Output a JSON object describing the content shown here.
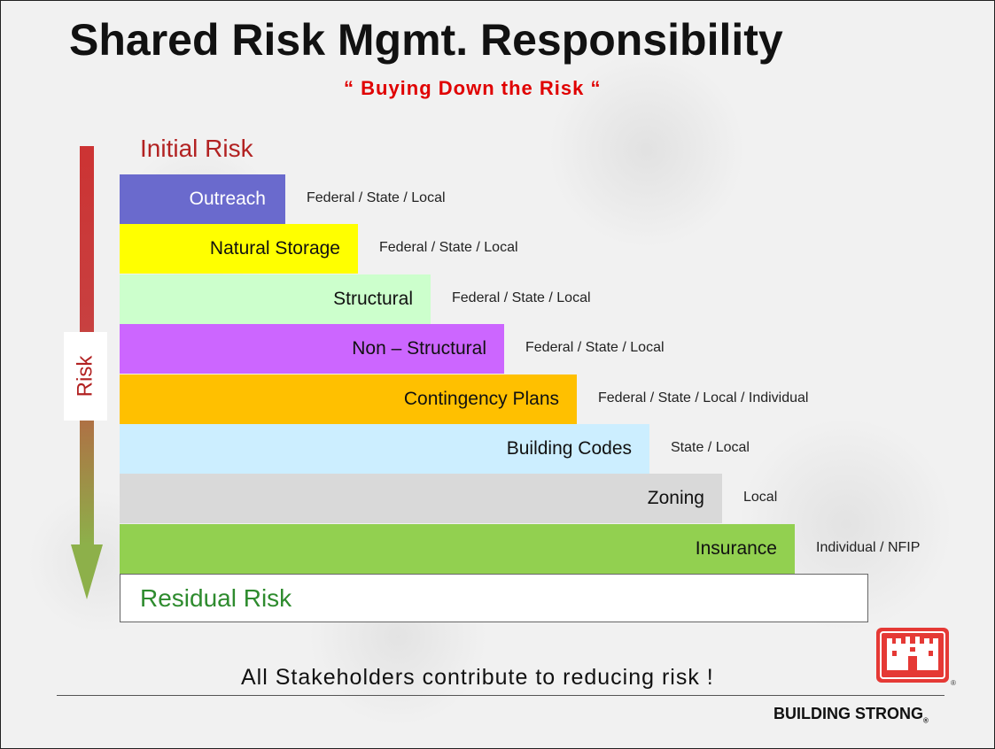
{
  "title": "Shared  Risk  Mgmt. Responsibility",
  "subtitle": "“ Buying  Down the  Risk “",
  "initial_risk": "Initial Risk",
  "risk_label": "Risk",
  "layers": [
    {
      "label": "Outreach",
      "responsibility": "Federal / State / Local",
      "color": "#6a6acd"
    },
    {
      "label": "Natural  Storage",
      "responsibility": "Federal / State / Local",
      "color": "#ffff00"
    },
    {
      "label": "Structural",
      "responsibility": "Federal / State / Local",
      "color": "#ccffcc"
    },
    {
      "label": "Non – Structural",
      "responsibility": "Federal / State / Local",
      "color": "#cc66ff"
    },
    {
      "label": "Contingency  Plans",
      "responsibility": "Federal / State / Local / Individual",
      "color": "#ffc000"
    },
    {
      "label": "Building  Codes",
      "responsibility": "State / Local",
      "color": "#cceeff"
    },
    {
      "label": "Zoning",
      "responsibility": "Local",
      "color": "#d9d9d9"
    },
    {
      "label": "Insurance",
      "responsibility": "Individual / NFIP",
      "color": "#92d050"
    }
  ],
  "residual_risk": "Residual Risk",
  "footer_text": "All  Stakeholders  contribute  to  reducing  risk !",
  "logo_reg": "®",
  "brand": "BUILDING STRONG",
  "brand_reg": "®",
  "colors": {
    "subtitle": "#e00000",
    "initial_risk": "#b22222",
    "residual_risk": "#2e8b2e",
    "arrow_top": "#cc3333",
    "arrow_bottom": "#8db04a",
    "logo": "#e53935"
  },
  "icons": {
    "arrow": "down-arrow-icon",
    "logo": "castle-logo-icon"
  }
}
